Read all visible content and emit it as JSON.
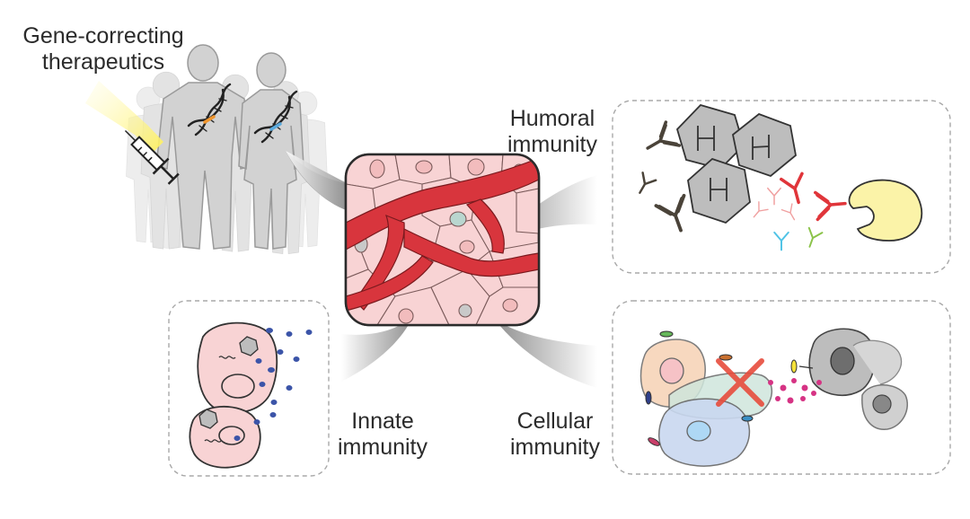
{
  "labels": {
    "gene_correcting": [
      "Gene-correcting",
      "therapeutics"
    ],
    "humoral": [
      "Humoral",
      "immunity"
    ],
    "innate": [
      "Innate",
      "immunity"
    ],
    "cellular": [
      "Cellular",
      "immunity"
    ]
  },
  "colors": {
    "vessel": "#d8353d",
    "tissue_cell": "#f8d3d4",
    "tissue_outline": "#333333",
    "human_silhouette": "#d2d2d2",
    "antibody_dark": "#4a4339",
    "antibody_red": "#e0353a",
    "antibody_pink": "#f0a0a0",
    "antibody_blue": "#4fc3e6",
    "antibody_green": "#8bc34a",
    "antigen_yellow": "#fbf3a8",
    "capsid_gray": "#bdbdbd",
    "cytokine_blue": "#3b54a8",
    "cytokine_magenta": "#d63384",
    "cross_red": "#e74c3c",
    "syringe_glow": "#fff36b",
    "dna_orange": "#f0962e",
    "dna_blue": "#5aa9dc"
  },
  "icons": [
    "syringe-icon",
    "dna-helix-icon",
    "aav-capsid-icon",
    "antibody-icon",
    "cross-icon"
  ]
}
